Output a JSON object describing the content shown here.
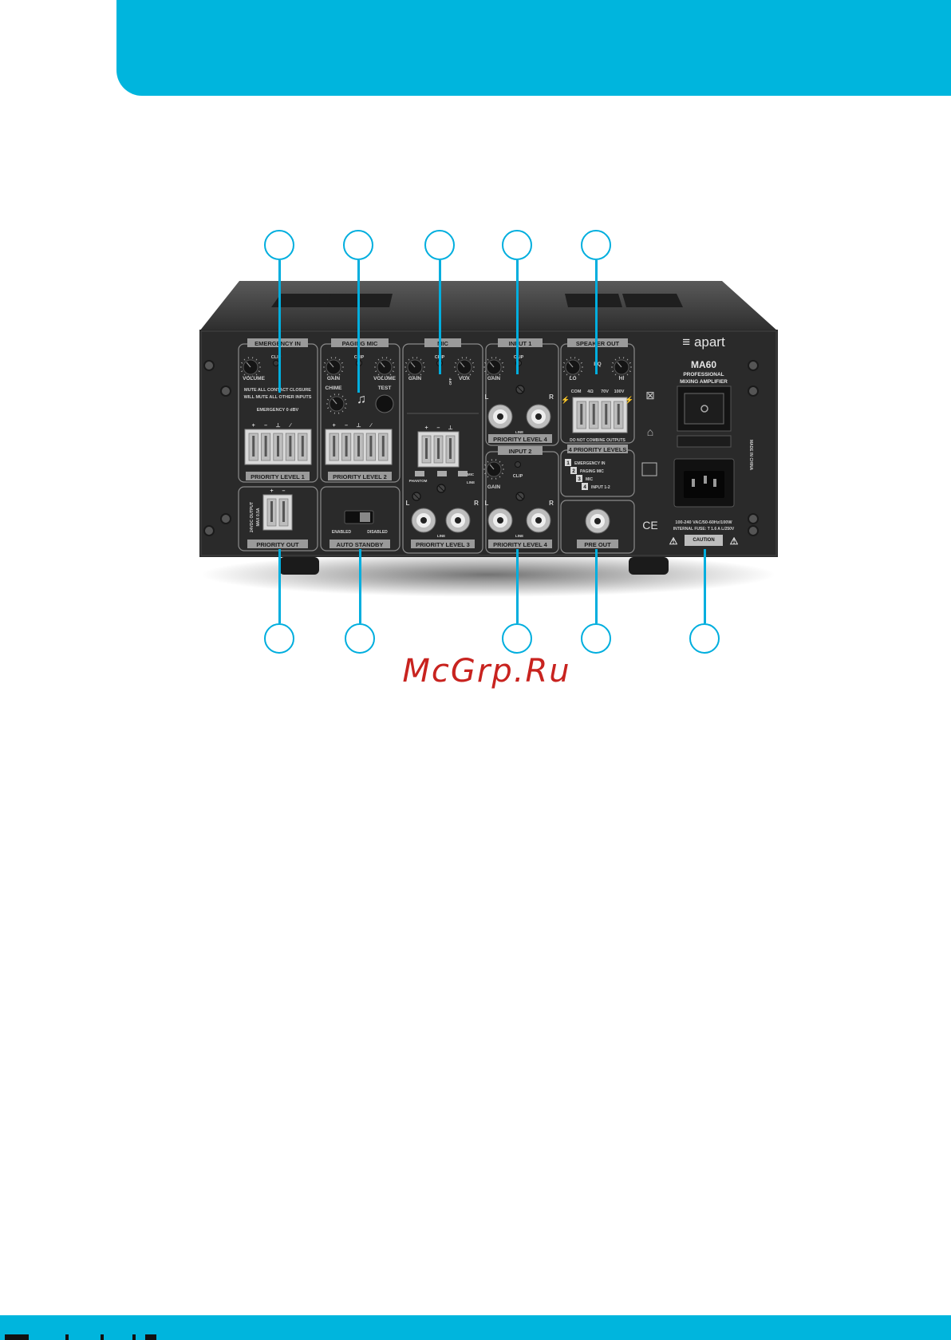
{
  "device": {
    "brand": "apart",
    "model": "MA60",
    "description_line1": "PROFESSIONAL",
    "description_line2": "MIXING AMPLIFIER",
    "made_in": "MADE IN CHINA",
    "power_rating": "100-240 VAC/50-60Hz/100W",
    "fuse_rating": "INTERNAL FUSE: T 1.6 A L/250V",
    "caution": "CAUTION",
    "ce_mark": "CE"
  },
  "sections": {
    "emergency_in": {
      "title": "EMERGENCY IN",
      "knob_label": "VOLUME",
      "clip_label": "CLIP",
      "note_line1": "MUTE ALL CONTACT CLOSURE",
      "note_line2": "WILL MUTE ALL OTHER INPUTS",
      "level_label": "EMERGENCY 0 dBV",
      "terminal_signs": [
        "+",
        "–",
        "⊥",
        "∕"
      ],
      "priority": "PRIORITY LEVEL 1"
    },
    "paging_mic": {
      "title": "PAGING MIC",
      "gain_label": "GAIN",
      "clip_label": "CLIP",
      "volume_label": "VOLUME",
      "chime_label": "CHIME",
      "test_label": "TEST",
      "chime_icon": "♫",
      "terminal_signs": [
        "+",
        "–",
        "⊥",
        "∕"
      ],
      "priority": "PRIORITY LEVEL 2"
    },
    "mic": {
      "title": "MIC",
      "gain_label": "GAIN",
      "clip_label": "CLIP",
      "off_label": "OFF",
      "vox_label": "VOX",
      "terminal_signs": [
        "+",
        "–",
        "⊥"
      ],
      "phantom_label": "PHANTOM",
      "mic_label": "MIC",
      "line_label": "LINE",
      "left_label": "L",
      "right_label": "R",
      "rca_label": "LINE",
      "priority": "PRIORITY LEVEL 3"
    },
    "input1": {
      "title": "INPUT 1",
      "gain_label": "GAIN",
      "clip_label": "CLIP",
      "left_label": "L",
      "right_label": "R",
      "rca_label": "LINE",
      "priority": "PRIORITY LEVEL 4"
    },
    "input2": {
      "title": "INPUT 2",
      "gain_label": "GAIN",
      "clip_label": "CLIP",
      "left_label": "L",
      "right_label": "R",
      "rca_label": "LINE",
      "priority": "PRIORITY LEVEL 4"
    },
    "speaker_out": {
      "title": "SPEAKER OUT",
      "lo_label": "LO",
      "eq_label": "EQ",
      "hi_label": "HI",
      "tap_labels": [
        "COM",
        "4Ω",
        "70V",
        "100V"
      ],
      "warning": "DO NOT COMBINE OUTPUTS"
    },
    "priority_levels": {
      "title": "4 PRIORITY LEVELS",
      "items": [
        {
          "num": "1",
          "label": "EMERGENCY IN"
        },
        {
          "num": "2",
          "label": "PAGING MIC"
        },
        {
          "num": "3",
          "label": "MIC"
        },
        {
          "num": "4",
          "label": "INPUT 1-2"
        }
      ]
    },
    "priority_out": {
      "title": "PRIORITY OUT",
      "note_line1": "24VDC OUTPUT",
      "note_line2": "MAX 0.5A",
      "terminal_signs": [
        "+",
        "–"
      ]
    },
    "auto_standby": {
      "title": "AUTO STANDBY",
      "enabled_label": "ENABLED",
      "disabled_label": "DISABLED"
    },
    "pre_out": {
      "title": "PRE OUT"
    }
  },
  "watermark": "McGrp.Ru"
}
